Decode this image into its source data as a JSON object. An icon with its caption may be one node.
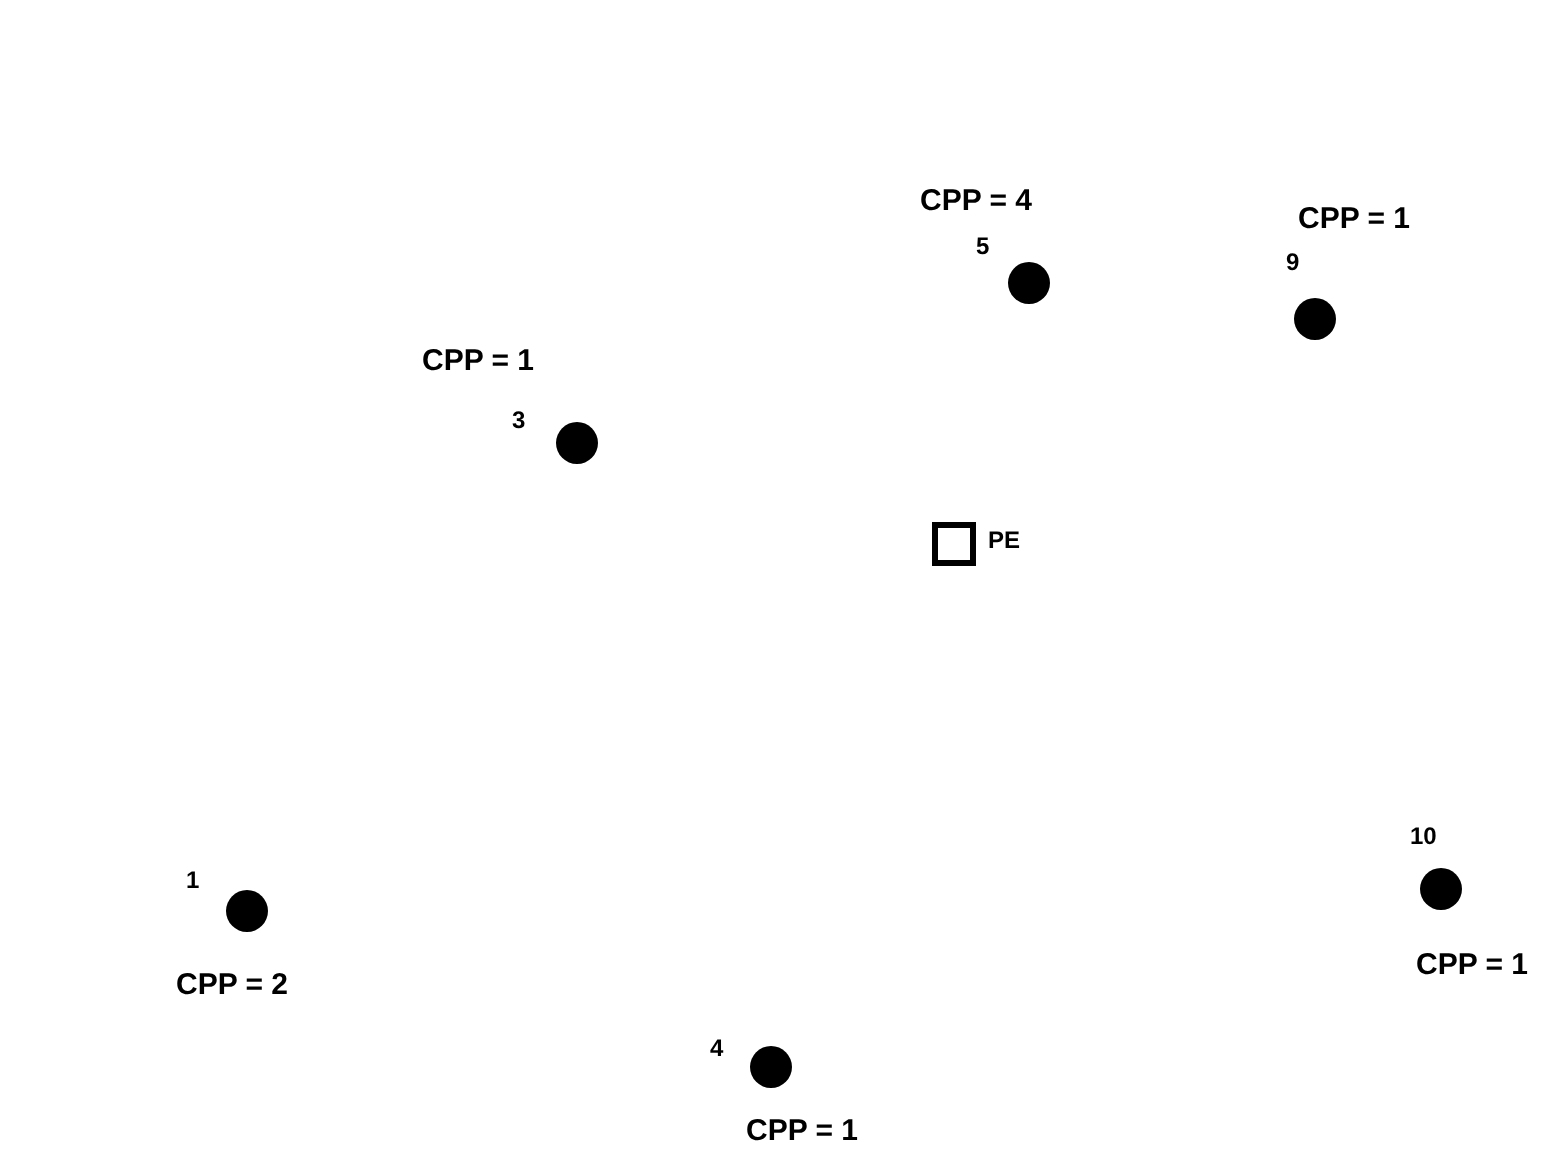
{
  "diagram": {
    "nodes": [
      {
        "text": [],
        "shape": "circle",
        "beside": [
          "CPP = 4",
          "5"
        ]
      },
      {
        "text": [],
        "shape": "circle",
        "beside": [
          "CPP = 1",
          "9"
        ]
      },
      {
        "text": [],
        "shape": "circle",
        "beside": [
          "CPP = 1",
          "3"
        ]
      },
      {
        "text": [],
        "shape": "box",
        "beside": [
          "PE"
        ]
      },
      {
        "text": [],
        "shape": "circle",
        "beside": [
          "10",
          "CPP = 1"
        ]
      },
      {
        "text": [],
        "shape": "circle",
        "beside": [
          "1",
          "CPP = 2"
        ]
      },
      {
        "text": [],
        "shape": "circle",
        "beside": [
          "4",
          "CPP = 1"
        ]
      }
    ]
  }
}
